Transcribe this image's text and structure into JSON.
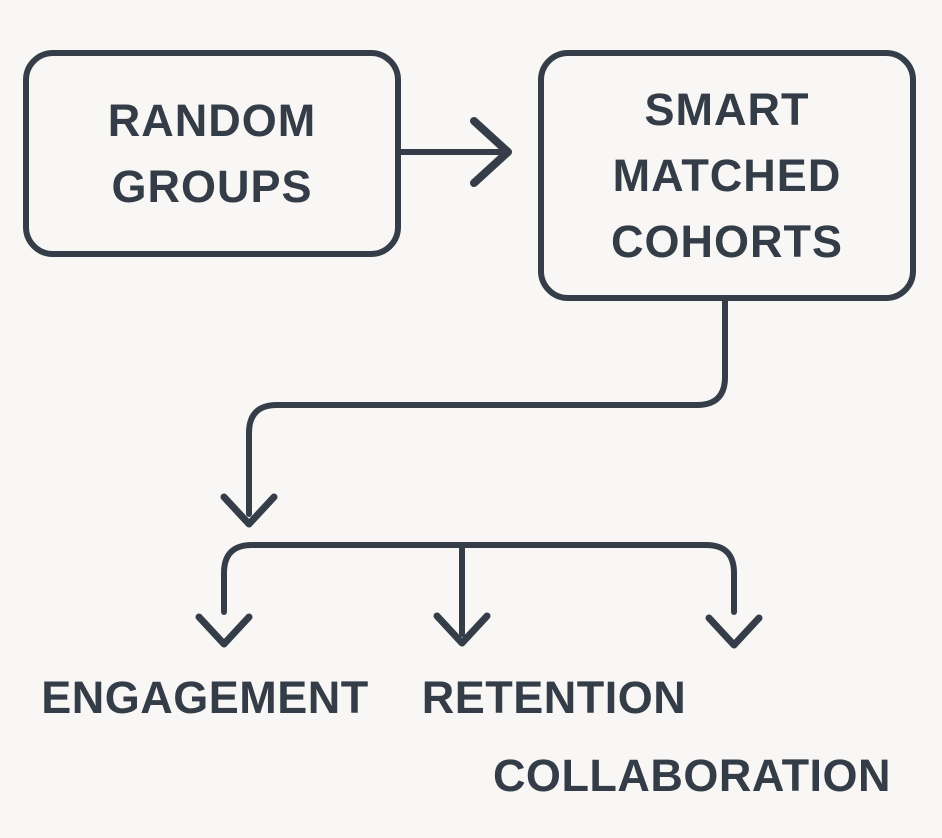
{
  "diagram": {
    "background_color": "#f8f7f5",
    "line_color": "#353e48",
    "text_color": "#343d47",
    "nodes": [
      {
        "id": "random-groups",
        "label": "RANDOM GROUPS",
        "lines": [
          "RANDOM",
          "GROUPS"
        ]
      },
      {
        "id": "smart-matched-cohorts",
        "label": "SMART MATCHED COHORTS",
        "lines": [
          "SMART",
          "MATCHED",
          "COHORTS"
        ]
      }
    ],
    "edges": [
      {
        "from": "random-groups",
        "to": "smart-matched-cohorts",
        "type": "arrow-right"
      },
      {
        "from": "smart-matched-cohorts",
        "to": "outcomes-branch",
        "type": "elbow-arrow-down"
      },
      {
        "from": "outcomes-branch",
        "to": "outcomes",
        "type": "three-way-branch-down"
      }
    ],
    "outcomes": [
      {
        "label": "ENGAGEMENT"
      },
      {
        "label": "RETENTION"
      },
      {
        "label": "COLLABORATION"
      }
    ]
  }
}
